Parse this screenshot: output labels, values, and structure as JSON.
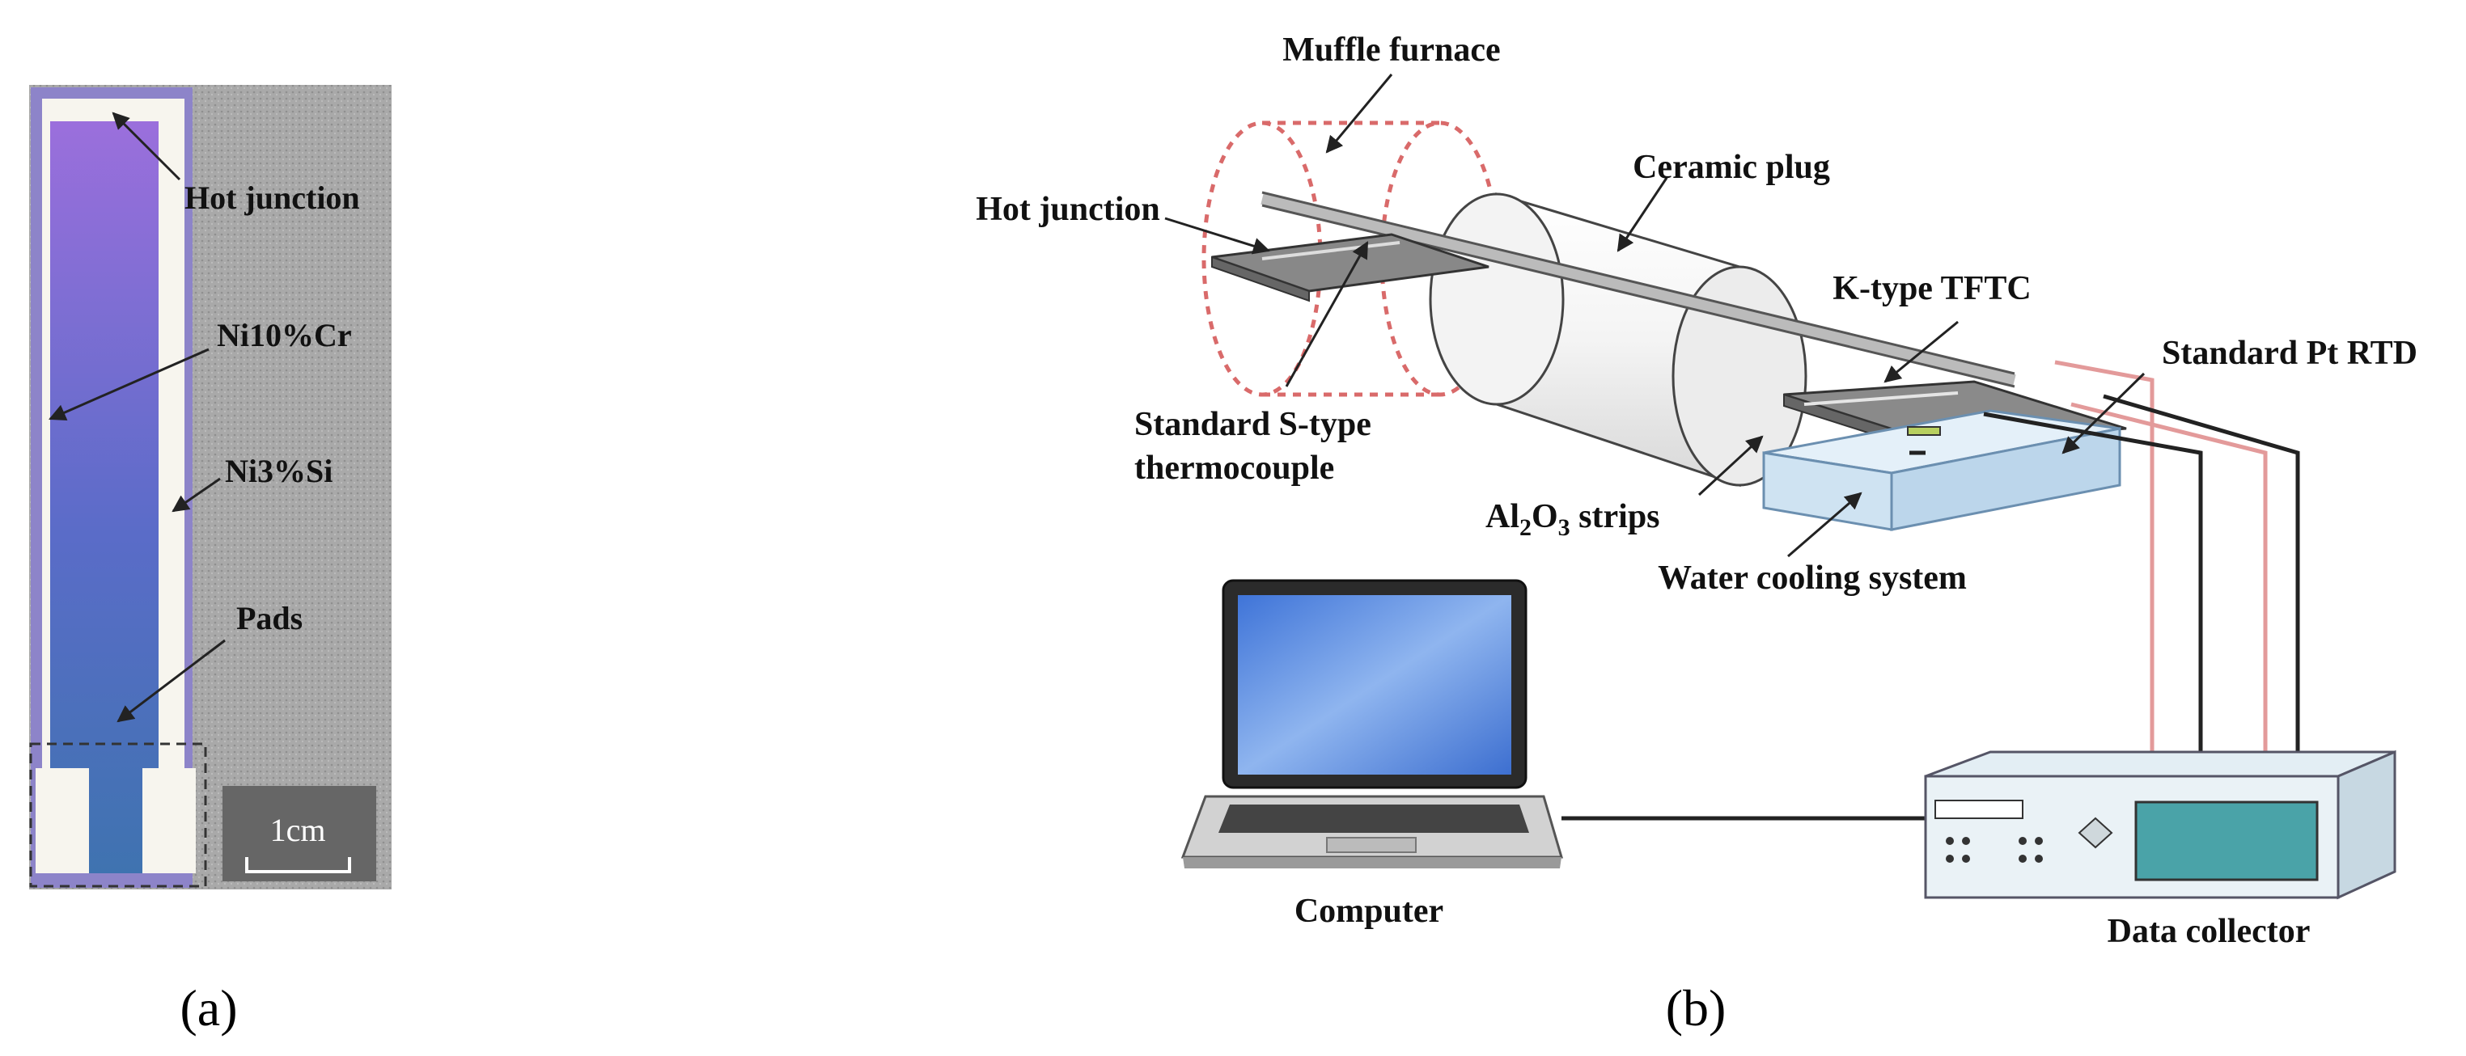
{
  "panel_a": {
    "label": "(a)",
    "annotations": {
      "hot_junction": "Hot junction",
      "ni10cr": "Ni10%Cr",
      "ni3si": "Ni3%Si",
      "pads": "Pads"
    },
    "scale_bar_text": "1cm"
  },
  "panel_b": {
    "label": "(b)",
    "annotations": {
      "muffle_furnace": "Muffle furnace",
      "ceramic_plug": "Ceramic plug",
      "hot_junction": "Hot junction",
      "k_type_tftc": "K-type TFTC",
      "standard_pt_rtd": "Standard Pt RTD",
      "s_type_line1": "Standard S-type",
      "s_type_line2": "thermocouple",
      "al2o3_prefix": "Al",
      "al2o3_sub1": "2",
      "al2o3_mid": "O",
      "al2o3_sub2": "3",
      "al2o3_suffix": " strips",
      "water_cooling": "Water cooling system",
      "computer": "Computer",
      "data_collector": "Data collector"
    }
  },
  "colors": {
    "film_top": "#9a70d8",
    "film_bottom": "#3f6fb0",
    "thermocouple_line": "#e39a9a",
    "signal_line": "#222222",
    "furnace_dash": "#d96a6a",
    "cooling_block": "#cfe3f2",
    "screen": "#5b8fe0",
    "collector_display": "#4aa3a8"
  }
}
